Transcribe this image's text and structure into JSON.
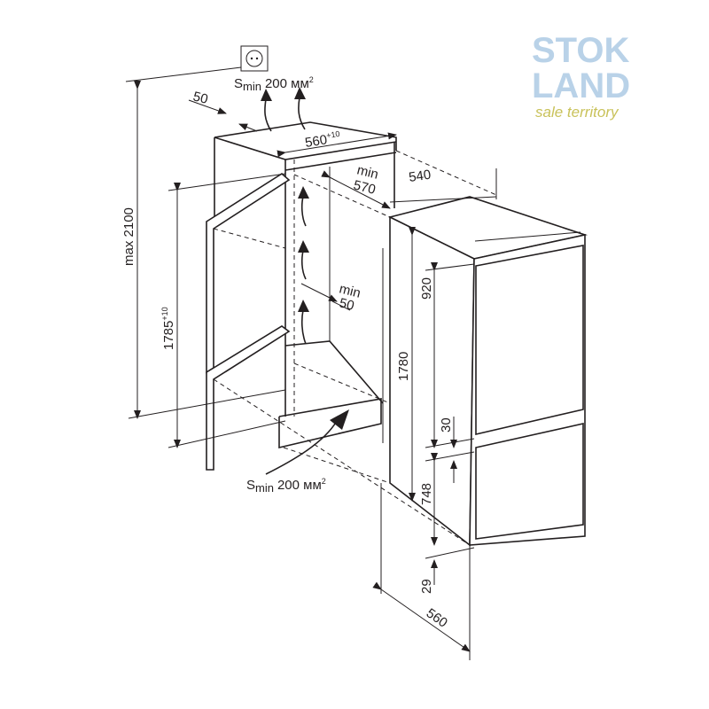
{
  "dimensions": {
    "max_height": "max 2100",
    "niche_height": "1785",
    "niche_height_tol": "+10",
    "niche_width": "560",
    "niche_width_tol": "+10",
    "niche_depth_label": "min",
    "niche_depth": "570",
    "top_gap": "50",
    "rear_gap_label": "min",
    "rear_gap": "50",
    "appliance_height": "1780",
    "upper_door": "920",
    "door_gap": "30",
    "lower_door": "748",
    "bottom_offset": "29",
    "appliance_width": "560",
    "appliance_depth": "540"
  },
  "ventilation": {
    "top": {
      "s": "S",
      "sub": "min",
      "value": "200 мм",
      "exp": "2"
    },
    "bottom": {
      "s": "S",
      "sub": "min",
      "value": "200 мм",
      "exp": "2"
    }
  },
  "icons": [
    "power-socket-icon",
    "airflow-arrow-icon"
  ],
  "watermark": {
    "line1": "STOK",
    "line2": "LAND",
    "line3": "sale territory"
  }
}
